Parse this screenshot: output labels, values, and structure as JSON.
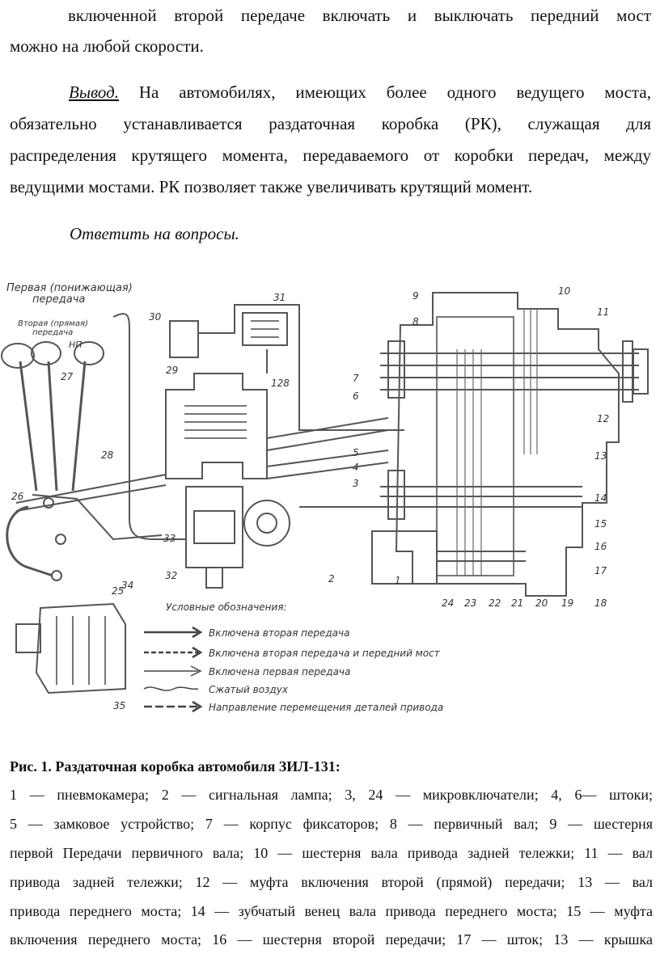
{
  "intro_paragraph": {
    "line1": "включенной второй передаче включать и выключать передний мост",
    "line2": "можно на любой скорости."
  },
  "conclusion": {
    "label": "Вывод.",
    "line1_rest": " На автомобилях, имеющих более одного ведущего моста,",
    "line2": "обязательно устанавливается раздаточная коробка (РК), служащая для",
    "line3": "распределения крутящего момента, передаваемого от коробки передач, между",
    "line4": "ведущими мостами. РК позволяет также увеличивать крутящий момент."
  },
  "questions_heading": "Ответить на вопросы.",
  "figure": {
    "header_lines": [
      "Первая (понижающая)",
      "передача"
    ],
    "lever_labels": [
      "Вторая (прямая)",
      "передача",
      "НП"
    ],
    "part_numbers": [
      "1",
      "2",
      "3",
      "4",
      "5",
      "6",
      "7",
      "8",
      "9",
      "10",
      "11",
      "12",
      "13",
      "14",
      "15",
      "16",
      "17",
      "18",
      "19",
      "20",
      "21",
      "22",
      "23",
      "24",
      "25",
      "26",
      "27",
      "28",
      "29",
      "30",
      "31",
      "32",
      "33",
      "34",
      "35",
      "128"
    ],
    "legend_title": "Условные обозначения:",
    "legend_items": [
      "Включена вторая передача",
      "Включена вторая передача и передний мост",
      "Включена первая передача",
      "Сжатый воздух",
      "Направление перемещения деталей привода"
    ]
  },
  "caption": {
    "title": "Рис. 1. Раздаточная коробка автомобиля ЗИЛ-131:",
    "lines": [
      "1 — пневмокамера; 2 — сигнальная лампа; 3, 24 — микровключатели; 4, 6— штоки;",
      "5 — замковое устройство; 7 — корпус фиксаторов; 8 — первичный вал; 9 — шестерня",
      "первой Передачи первичного вала; 10 — шестерня вала привода задней тележки; 11 — вал",
      "привода задней тележки; 12 — муфта включения второй (прямой) передачи; 13 — вал",
      "привода переднего моста; 14 — зубчатый венец вала привода переднего моста; 15 — муфта",
      "включения переднего моста; 16 — шестерня второй передачи; 17 — шток; 13 — крышка"
    ]
  }
}
